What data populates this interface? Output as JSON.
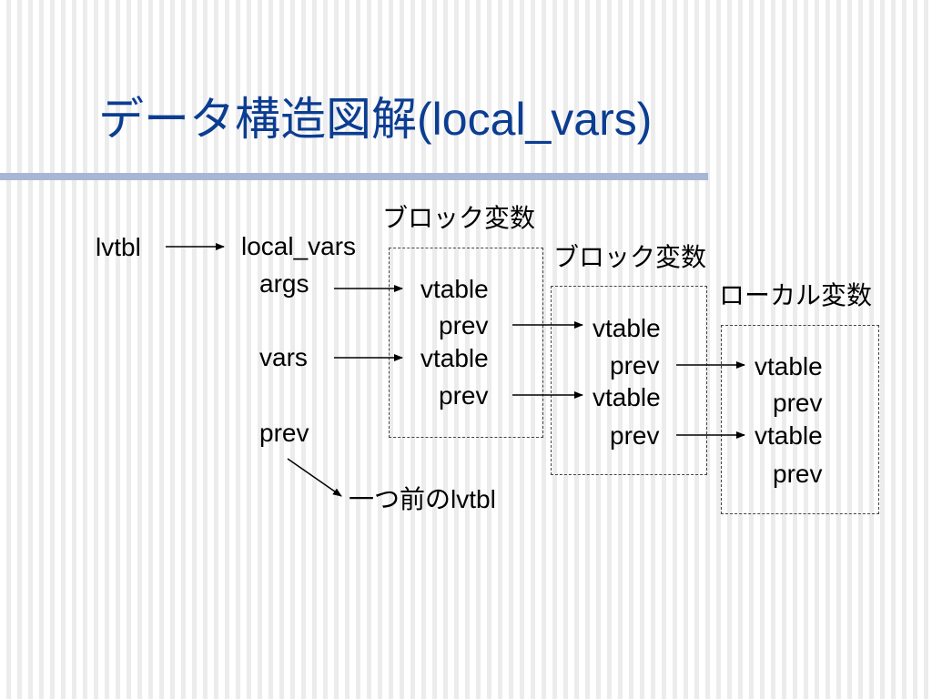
{
  "title": "データ構造図解(local_vars)",
  "diagram": {
    "labels": {
      "lvtbl": "lvtbl",
      "local_vars": "local_vars",
      "args": "args",
      "vars": "vars",
      "prev": "prev",
      "prev_note": "一つ前のlvtbl",
      "block1_header": "ブロック変数",
      "block2_header": "ブロック変数",
      "local_header": "ローカル変数",
      "b1_vtable_1": "vtable",
      "b1_prev_1": "prev",
      "b1_vtable_2": "vtable",
      "b1_prev_2": "prev",
      "b2_vtable_1": "vtable",
      "b2_prev_1": "prev",
      "b2_vtable_2": "vtable",
      "b2_prev_2": "prev",
      "l_vtable_1": "vtable",
      "l_prev_1": "prev",
      "l_vtable_2": "vtable",
      "l_prev_2": "prev"
    },
    "edges": [
      {
        "from": "lvtbl",
        "to": "local_vars"
      },
      {
        "from": "args",
        "to": "b1_vtable_1"
      },
      {
        "from": "vars",
        "to": "b1_vtable_2"
      },
      {
        "from": "b1_prev_1",
        "to": "b2_vtable_1"
      },
      {
        "from": "b1_prev_2",
        "to": "b2_vtable_2"
      },
      {
        "from": "b2_prev_1",
        "to": "l_vtable_1"
      },
      {
        "from": "b2_prev_2",
        "to": "l_vtable_2"
      },
      {
        "from": "prev",
        "to": "prev_note"
      }
    ],
    "colors": {
      "title": "#0b3d91",
      "rule": "#a6b6d4",
      "line": "#000000",
      "box_border": "#444444"
    }
  }
}
